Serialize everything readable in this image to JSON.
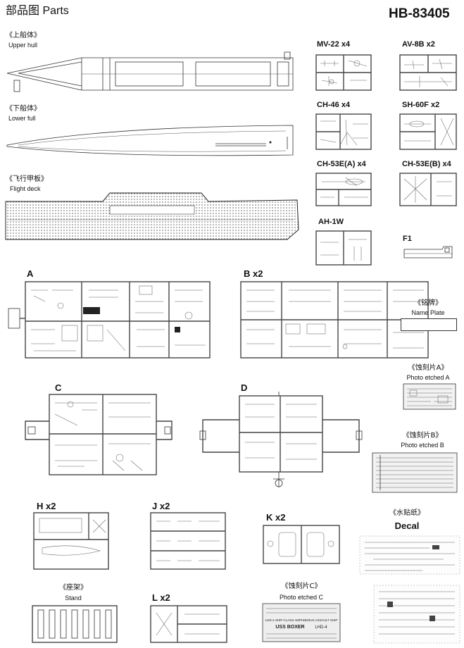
{
  "header": {
    "title": "部品图 Parts",
    "code": "HB-83405"
  },
  "parts": {
    "upper_hull": {
      "cn": "《上船体》",
      "en": "Upper hull"
    },
    "lower_hull": {
      "cn": "《下船体》",
      "en": "Lower full"
    },
    "flight_deck": {
      "cn": "《飞行甲板》",
      "en": "Flight deck"
    },
    "mv22": "MV-22 x4",
    "av8b": "AV-8B x2",
    "ch46": "CH-46 x4",
    "sh60f": "SH-60F x2",
    "ch53ea": "CH-53E(A) x4",
    "ch53eb": "CH-53E(B) x4",
    "ah1w": "AH-1W",
    "f1": "F1",
    "sprue_a": "A",
    "sprue_b": "B x2",
    "sprue_c": "C",
    "sprue_d": "D",
    "sprue_h": "H x2",
    "sprue_j": "J x2",
    "sprue_k": "K x2",
    "sprue_l": "L x2",
    "name_plate": {
      "cn": "《铭牌》",
      "en": "Name Plate"
    },
    "photo_etched_a": {
      "cn": "《蚀刻片A》",
      "en": "Photo etched A"
    },
    "photo_etched_b": {
      "cn": "《蚀刻片B》",
      "en": "Photo etched B"
    },
    "photo_etched_c": {
      "cn": "《蚀刻片C》",
      "en": "Photo etched C"
    },
    "decal": {
      "cn": "《水贴纸》",
      "en": "Decal"
    },
    "stand": {
      "cn": "《座架》",
      "en": "Stand"
    },
    "pe_c_inscription": {
      "line1": "LHD-4 SHIP CLASS AMPHIBIOUS ASSAULT SHIP",
      "line2": "USS BOXER",
      "line3": "LHD-4"
    }
  }
}
